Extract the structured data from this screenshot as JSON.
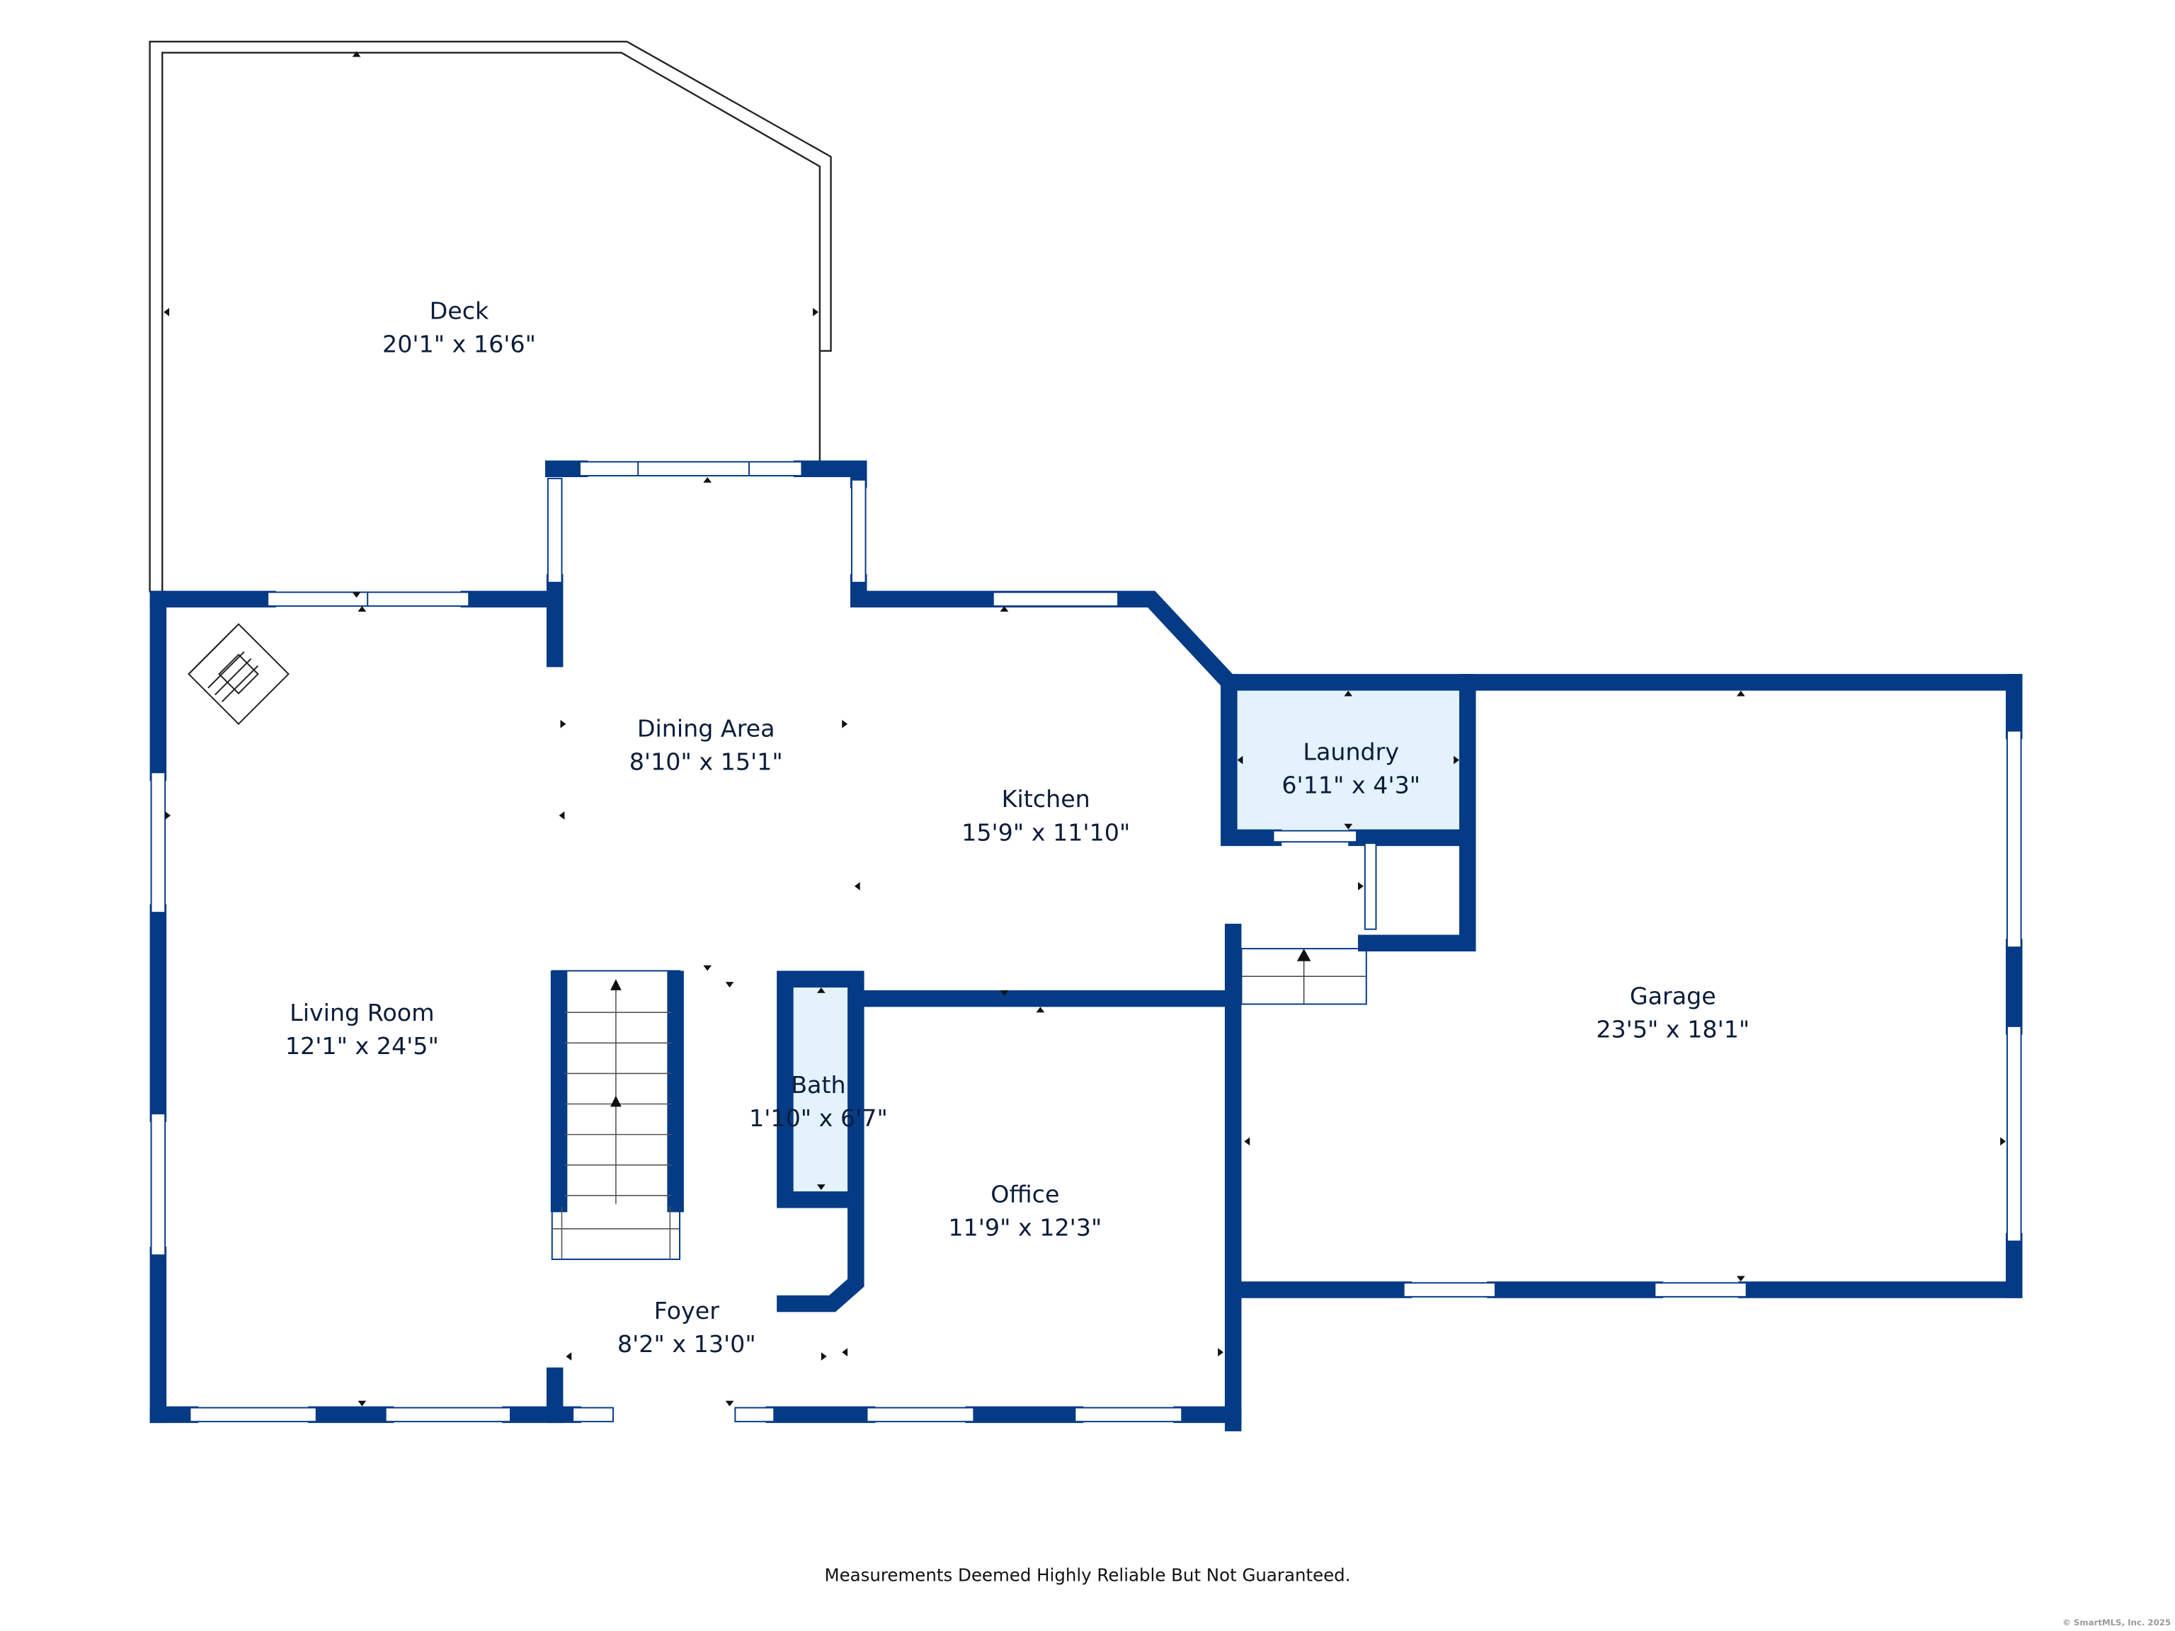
{
  "rooms": {
    "deck": {
      "name": "Deck",
      "size": "20'1\" x 16'6\""
    },
    "dining": {
      "name": "Dining Area",
      "size": "8'10\" x 15'1\""
    },
    "kitchen": {
      "name": "Kitchen",
      "size": "15'9\" x 11'10\""
    },
    "laundry": {
      "name": "Laundry",
      "size": "6'11\" x 4'3\""
    },
    "garage": {
      "name": "Garage",
      "size": "23'5\" x 18'1\""
    },
    "living": {
      "name": "Living Room",
      "size": "12'1\" x 24'5\""
    },
    "bath": {
      "name": "Bath",
      "size": "1'10\" x 6'7\""
    },
    "office": {
      "name": "Office",
      "size": "11'9\" x 12'3\""
    },
    "foyer": {
      "name": "Foyer",
      "size": "8'2\" x 13'0\""
    }
  },
  "footer": {
    "disclaimer": "Measurements Deemed Highly Reliable But Not Guaranteed.",
    "copyright": "© SmartMLS, Inc.  2025"
  },
  "colors": {
    "wall": "#053a85",
    "highlight": "#e3f2fc"
  }
}
